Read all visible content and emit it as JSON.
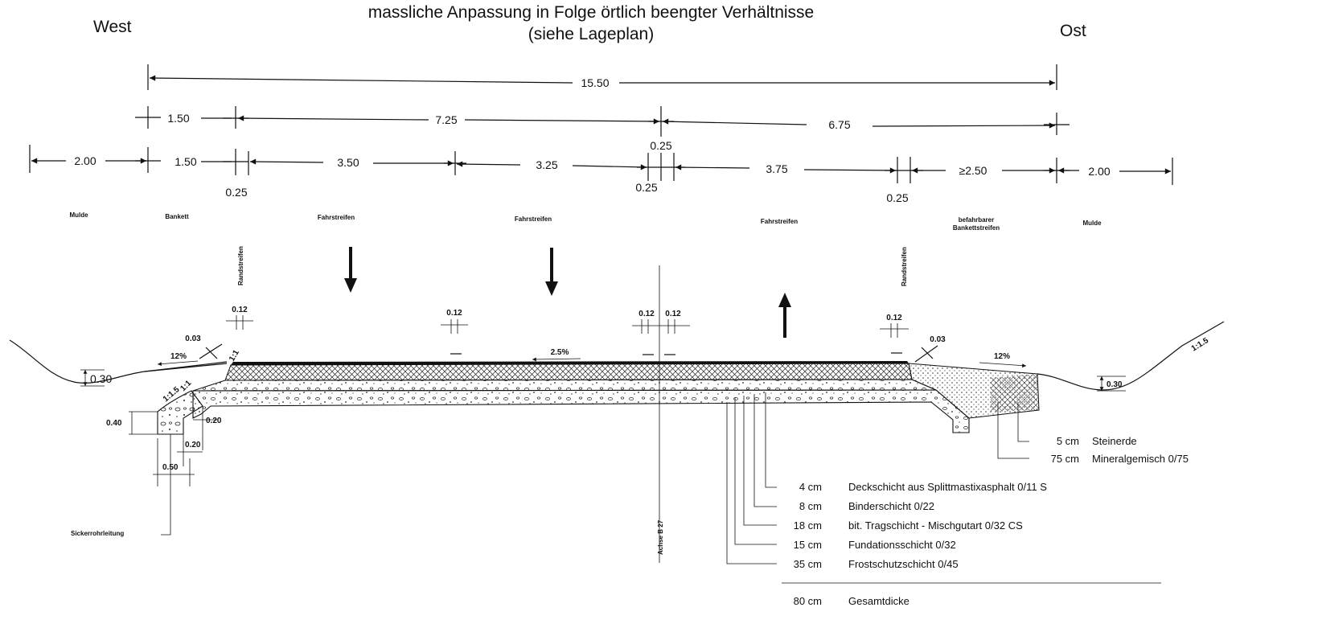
{
  "header": {
    "title_line1": "massliche Anpassung in Folge örtlich beengter Verhältnisse",
    "title_line2": "(siehe Lageplan)",
    "west": "West",
    "east": "Ost"
  },
  "dimensions": {
    "total": "15.50",
    "row2": [
      "1.50",
      "7.25",
      "6.75"
    ],
    "row3": [
      "2.00",
      "1.50",
      "3.50",
      "3.25",
      "3.75",
      "≥2.50",
      "2.00"
    ],
    "marks_025": [
      "0.25",
      "0.25",
      "0.25",
      "0.25"
    ]
  },
  "zones": {
    "mulde_left": "Mulde",
    "bankett": "Bankett",
    "fahrstreifen_1": "Fahrstreifen",
    "fahrstreifen_2": "Fahrstreifen",
    "fahrstreifen_3": "Fahrstreifen",
    "befahrbar_1": "befahrbarer",
    "befahrbar_2": "Bankettstreifen",
    "mulde_right": "Mulde",
    "randstreifen_left": "Randstreifen",
    "randstreifen_right": "Randstreifen"
  },
  "section": {
    "marks_012": [
      "0.12",
      "0.12",
      "0.12",
      "0.12",
      "0.12"
    ],
    "marks_003": [
      "0.03",
      "0.03"
    ],
    "slope_left": "12%",
    "slope_mid": "2.5%",
    "slope_right": "12%",
    "embank_left": "1:1",
    "embank_left_low": "1:1",
    "embank_steep": "1:1.5",
    "embank_right": "1:1.5",
    "mulde_depth_left": "0.30",
    "mulde_depth_right": "0.30",
    "drain_height": "0.40",
    "drain_width": "0.50",
    "offset_a": "0.20",
    "offset_b": "0.20",
    "axis": "Achse B 27",
    "drain_label": "Sickerrohrleitung"
  },
  "layers": [
    {
      "thickness": "4 cm",
      "name": "Deckschicht aus Splittmastixasphalt 0/11 S"
    },
    {
      "thickness": "8 cm",
      "name": "Binderschicht 0/22"
    },
    {
      "thickness": "18 cm",
      "name": "bit. Tragschicht - Mischgutart 0/32 CS"
    },
    {
      "thickness": "15 cm",
      "name": "Fundationsschicht 0/32"
    },
    {
      "thickness": "35 cm",
      "name": "Frostschutzschicht 0/45"
    }
  ],
  "right_layers": [
    {
      "thickness": "5 cm",
      "name": "Steinerde"
    },
    {
      "thickness": "75 cm",
      "name": "Mineralgemisch 0/75"
    }
  ],
  "total_layer": {
    "thickness": "80 cm",
    "name": "Gesamtdicke"
  }
}
